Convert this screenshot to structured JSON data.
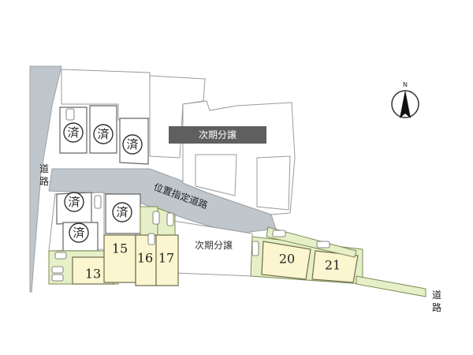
{
  "labels": {
    "seal": "済",
    "future_sale": "次期分譲",
    "designated_road": "位置指定道路",
    "road_char_1": "道",
    "road_char_2": "路",
    "compass_n": "N"
  },
  "lots": [
    {
      "number": "13"
    },
    {
      "number": "15"
    },
    {
      "number": "16"
    },
    {
      "number": "17"
    },
    {
      "number": "20"
    },
    {
      "number": "21"
    }
  ],
  "colors": {
    "available_lot": "#fbf6cf",
    "green_area": "#e6efc7",
    "road": "#bfc6cc",
    "banner": "#5f5f5f"
  }
}
